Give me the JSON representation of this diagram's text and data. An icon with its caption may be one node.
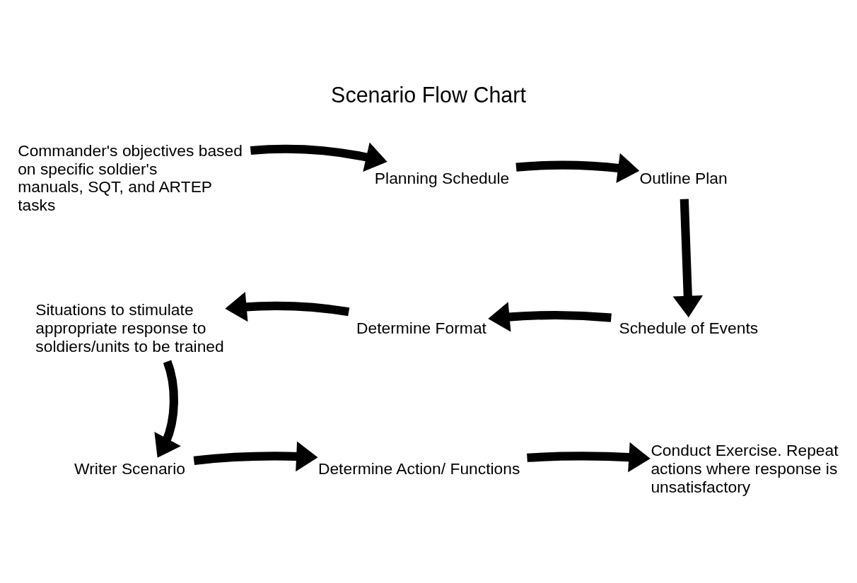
{
  "diagram": {
    "title": "Scenario Flow Chart",
    "nodes": [
      {
        "text": [
          "Commander's objectives based on specific soldier's manuals, SQT, and ARTEP tasks"
        ]
      },
      {
        "text": [
          "Planning Schedule"
        ]
      },
      {
        "text": [
          "Outline Plan"
        ]
      },
      {
        "text": [
          "Situations to stimulate appropriate response to soldiers/units to be trained"
        ]
      },
      {
        "text": [
          "Determine Format"
        ]
      },
      {
        "text": [
          "Schedule of Events"
        ]
      },
      {
        "text": [
          "Writer Scenario"
        ]
      },
      {
        "text": [
          "Determine Action/ Functions"
        ]
      },
      {
        "text": [
          "Conduct Exercise. Repeat actions where response is unsatisfactory"
        ]
      }
    ],
    "edges": [
      {
        "from": 0,
        "to": 1,
        "arrow": "to"
      },
      {
        "from": 1,
        "to": 2,
        "arrow": "to"
      },
      {
        "from": 2,
        "to": 5,
        "arrow": "to"
      },
      {
        "from": 5,
        "to": 4,
        "arrow": "to"
      },
      {
        "from": 4,
        "to": 3,
        "arrow": "to"
      },
      {
        "from": 3,
        "to": 6,
        "arrow": "to"
      },
      {
        "from": 6,
        "to": 7,
        "arrow": "to"
      },
      {
        "from": 7,
        "to": 8,
        "arrow": "to"
      }
    ]
  }
}
